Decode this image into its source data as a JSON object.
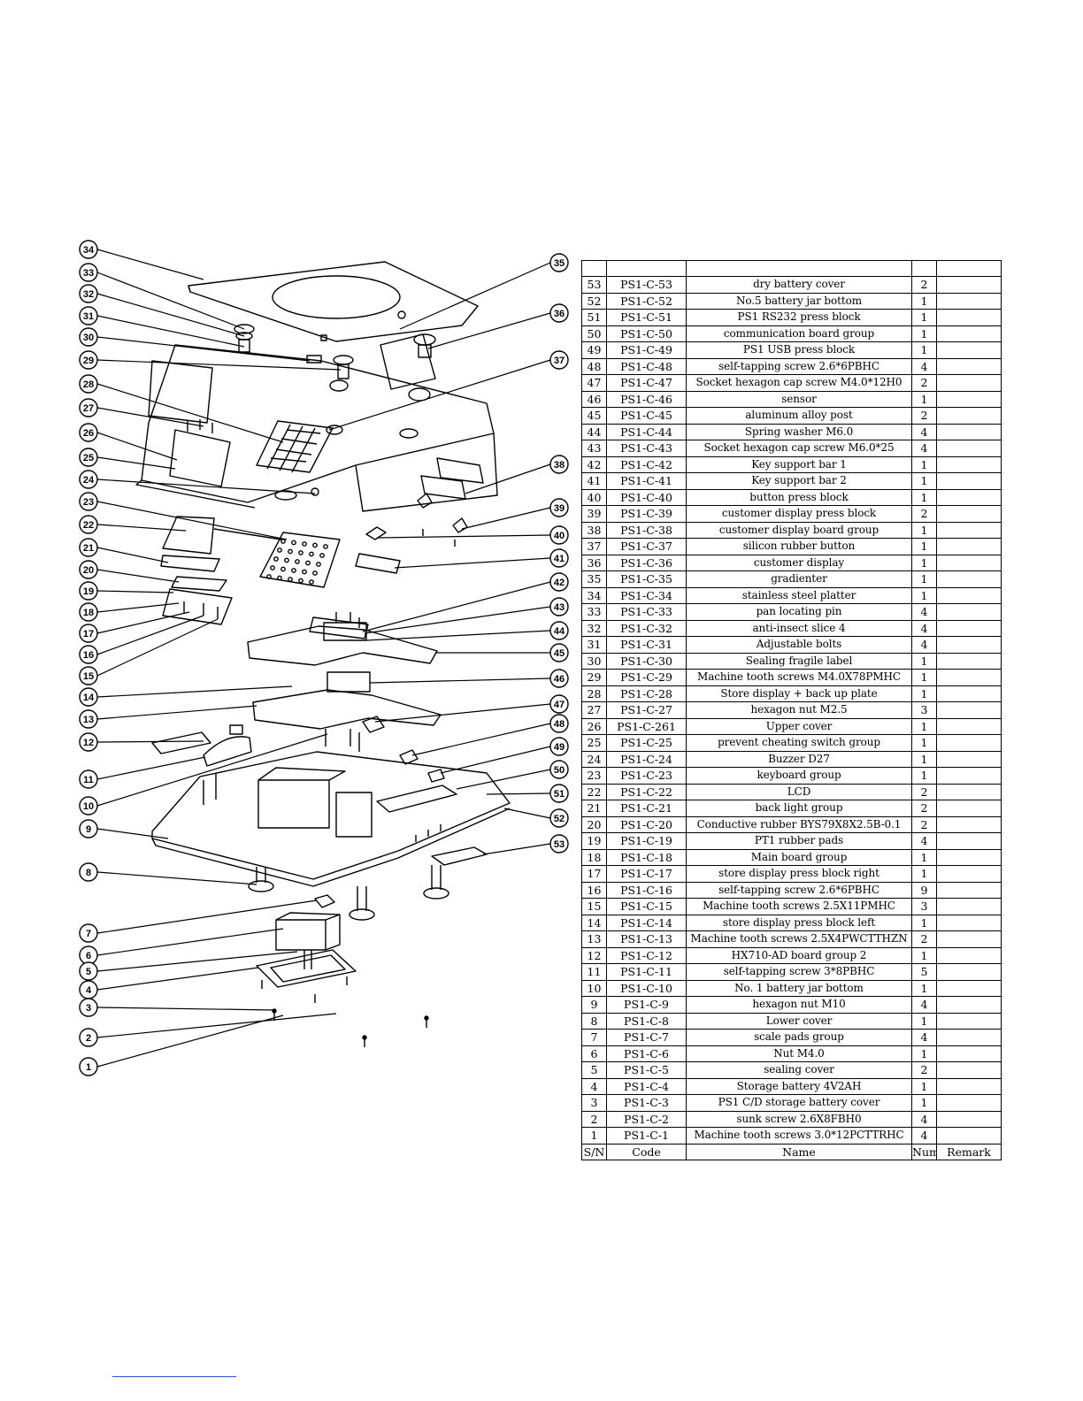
{
  "table": {
    "columns": [
      "S/N",
      "Code",
      "Name",
      "Num.",
      "Remark"
    ],
    "rows": [
      {
        "sn": "53",
        "code": "PS1-C-53",
        "name": "dry battery cover",
        "num": "2",
        "remark": ""
      },
      {
        "sn": "52",
        "code": "PS1-C-52",
        "name": "No.5 battery jar bottom",
        "num": "1",
        "remark": ""
      },
      {
        "sn": "51",
        "code": "PS1-C-51",
        "name": "PS1 RS232 press block",
        "num": "1",
        "remark": ""
      },
      {
        "sn": "50",
        "code": "PS1-C-50",
        "name": "communication board group",
        "num": "1",
        "remark": ""
      },
      {
        "sn": "49",
        "code": "PS1-C-49",
        "name": "PS1 USB press block",
        "num": "1",
        "remark": ""
      },
      {
        "sn": "48",
        "code": "PS1-C-48",
        "name": "self-tapping screw 2.6*6PBHC",
        "num": "4",
        "remark": ""
      },
      {
        "sn": "47",
        "code": "PS1-C-47",
        "name": "Socket hexagon cap screw M4.0*12H0",
        "num": "2",
        "remark": ""
      },
      {
        "sn": "46",
        "code": "PS1-C-46",
        "name": "sensor",
        "num": "1",
        "remark": ""
      },
      {
        "sn": "45",
        "code": "PS1-C-45",
        "name": "aluminum alloy post",
        "num": "2",
        "remark": ""
      },
      {
        "sn": "44",
        "code": "PS1-C-44",
        "name": "Spring washer M6.0",
        "num": "4",
        "remark": ""
      },
      {
        "sn": "43",
        "code": "PS1-C-43",
        "name": "Socket hexagon cap screw M6.0*25",
        "num": "4",
        "remark": ""
      },
      {
        "sn": "42",
        "code": "PS1-C-42",
        "name": "Key support bar 1",
        "num": "1",
        "remark": ""
      },
      {
        "sn": "41",
        "code": "PS1-C-41",
        "name": "Key support bar 2",
        "num": "1",
        "remark": ""
      },
      {
        "sn": "40",
        "code": "PS1-C-40",
        "name": "button press block",
        "num": "1",
        "remark": ""
      },
      {
        "sn": "39",
        "code": "PS1-C-39",
        "name": "customer display press block",
        "num": "2",
        "remark": ""
      },
      {
        "sn": "38",
        "code": "PS1-C-38",
        "name": "customer display board group",
        "num": "1",
        "remark": ""
      },
      {
        "sn": "37",
        "code": "PS1-C-37",
        "name": "silicon rubber button",
        "num": "1",
        "remark": ""
      },
      {
        "sn": "36",
        "code": "PS1-C-36",
        "name": "customer display",
        "num": "1",
        "remark": ""
      },
      {
        "sn": "35",
        "code": "PS1-C-35",
        "name": "gradienter",
        "num": "1",
        "remark": ""
      },
      {
        "sn": "34",
        "code": "PS1-C-34",
        "name": "stainless steel platter",
        "num": "1",
        "remark": ""
      },
      {
        "sn": "33",
        "code": "PS1-C-33",
        "name": "pan locating pin",
        "num": "4",
        "remark": ""
      },
      {
        "sn": "32",
        "code": "PS1-C-32",
        "name": "anti-insect slice 4",
        "num": "4",
        "remark": ""
      },
      {
        "sn": "31",
        "code": "PS1-C-31",
        "name": "Adjustable bolts",
        "num": "4",
        "remark": ""
      },
      {
        "sn": "30",
        "code": "PS1-C-30",
        "name": "Sealing fragile label",
        "num": "1",
        "remark": ""
      },
      {
        "sn": "29",
        "code": "PS1-C-29",
        "name": "Machine tooth screws M4.0X78PMHC",
        "num": "1",
        "remark": ""
      },
      {
        "sn": "28",
        "code": "PS1-C-28",
        "name": "Store display + back up plate",
        "num": "1",
        "remark": ""
      },
      {
        "sn": "27",
        "code": "PS1-C-27",
        "name": "hexagon nut M2.5",
        "num": "3",
        "remark": ""
      },
      {
        "sn": "26",
        "code": "PS1-C-261",
        "name": "Upper cover",
        "num": "1",
        "remark": ""
      },
      {
        "sn": "25",
        "code": "PS1-C-25",
        "name": "prevent cheating switch group",
        "num": "1",
        "remark": ""
      },
      {
        "sn": "24",
        "code": "PS1-C-24",
        "name": "Buzzer D27",
        "num": "1",
        "remark": ""
      },
      {
        "sn": "23",
        "code": "PS1-C-23",
        "name": "keyboard group",
        "num": "1",
        "remark": ""
      },
      {
        "sn": "22",
        "code": "PS1-C-22",
        "name": "LCD",
        "num": "2",
        "remark": ""
      },
      {
        "sn": "21",
        "code": "PS1-C-21",
        "name": "back light group",
        "num": "2",
        "remark": ""
      },
      {
        "sn": "20",
        "code": "PS1-C-20",
        "name": "Conductive rubber BYS79X8X2.5B-0.1",
        "num": "2",
        "remark": ""
      },
      {
        "sn": "19",
        "code": "PS1-C-19",
        "name": "PT1 rubber pads",
        "num": "4",
        "remark": ""
      },
      {
        "sn": "18",
        "code": "PS1-C-18",
        "name": "Main board group",
        "num": "1",
        "remark": ""
      },
      {
        "sn": "17",
        "code": "PS1-C-17",
        "name": "store display press block right",
        "num": "1",
        "remark": ""
      },
      {
        "sn": "16",
        "code": "PS1-C-16",
        "name": "self-tapping screw 2.6*6PBHC",
        "num": "9",
        "remark": ""
      },
      {
        "sn": "15",
        "code": "PS1-C-15",
        "name": "Machine tooth screws 2.5X11PMHC",
        "num": "3",
        "remark": ""
      },
      {
        "sn": "14",
        "code": "PS1-C-14",
        "name": "store display press block left",
        "num": "1",
        "remark": ""
      },
      {
        "sn": "13",
        "code": "PS1-C-13",
        "name": "Machine tooth screws 2.5X4PWCTTHZN",
        "num": "2",
        "remark": ""
      },
      {
        "sn": "12",
        "code": "PS1-C-12",
        "name": "HX710-AD board group 2",
        "num": "1",
        "remark": ""
      },
      {
        "sn": "11",
        "code": "PS1-C-11",
        "name": "self-tapping screw 3*8PBHC",
        "num": "5",
        "remark": ""
      },
      {
        "sn": "10",
        "code": "PS1-C-10",
        "name": "No. 1 battery jar bottom",
        "num": "1",
        "remark": ""
      },
      {
        "sn": "9",
        "code": "PS1-C-9",
        "name": "hexagon nut M10",
        "num": "4",
        "remark": ""
      },
      {
        "sn": "8",
        "code": "PS1-C-8",
        "name": "Lower cover",
        "num": "1",
        "remark": ""
      },
      {
        "sn": "7",
        "code": "PS1-C-7",
        "name": "scale pads group",
        "num": "4",
        "remark": ""
      },
      {
        "sn": "6",
        "code": "PS1-C-6",
        "name": "Nut M4.0",
        "num": "1",
        "remark": ""
      },
      {
        "sn": "5",
        "code": "PS1-C-5",
        "name": "sealing cover",
        "num": "2",
        "remark": ""
      },
      {
        "sn": "4",
        "code": "PS1-C-4",
        "name": "Storage battery 4V2AH",
        "num": "1",
        "remark": ""
      },
      {
        "sn": "3",
        "code": "PS1-C-3",
        "name": "PS1 C/D storage battery cover",
        "num": "1",
        "remark": ""
      },
      {
        "sn": "2",
        "code": "PS1-C-2",
        "name": "sunk screw 2.6X8FBH0",
        "num": "4",
        "remark": ""
      },
      {
        "sn": "1",
        "code": "PS1-C-1",
        "name": "Machine tooth screws 3.0*12PCTTRHC",
        "num": "4",
        "remark": ""
      }
    ]
  },
  "callouts": {
    "left": [
      "34",
      "33",
      "32",
      "31",
      "30",
      "29",
      "28",
      "27",
      "26",
      "25",
      "24",
      "23",
      "22",
      "21",
      "20",
      "19",
      "18",
      "17",
      "16",
      "15",
      "14",
      "13",
      "12",
      "11",
      "10",
      "9",
      "8",
      "7",
      "6",
      "5",
      "4",
      "3",
      "2",
      "1"
    ],
    "right": [
      "35",
      "36",
      "37",
      "38",
      "39",
      "40",
      "41",
      "42",
      "43",
      "44",
      "45",
      "46",
      "47",
      "48",
      "49",
      "50",
      "51",
      "52",
      "53"
    ]
  },
  "colors": {
    "line": "#000000",
    "footer_rule": "#2a4fd6"
  }
}
